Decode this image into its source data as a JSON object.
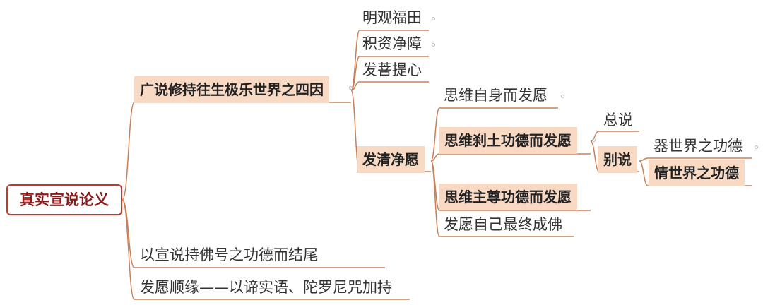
{
  "root": "真实宣说论义",
  "l1": {
    "four_causes": "广说修持往生极乐世界之四因",
    "ending": "以宣说持佛号之功德而结尾",
    "conditions": "发愿顺缘——以谛实语、陀罗尼咒加持"
  },
  "l2": {
    "merit_field": "明观福田",
    "accumulate": "积资净障",
    "bodhicitta": "发菩提心",
    "pure_vow": "发清净愿"
  },
  "l3": {
    "self": "思维自身而发愿",
    "realm": "思维刹土功德而发愿",
    "lord": "思维主尊功德而发愿",
    "buddha": "发愿自己最终成佛"
  },
  "l4": {
    "general": "总说",
    "specific": "别说"
  },
  "l5": {
    "vessel": "器世界之功德",
    "sentient": "情世界之功德"
  },
  "colors": {
    "connector": "#c8805a",
    "highlight_fill": "#f7d9c4",
    "root_border": "#c0392b",
    "root_text": "#8b1a1a"
  }
}
